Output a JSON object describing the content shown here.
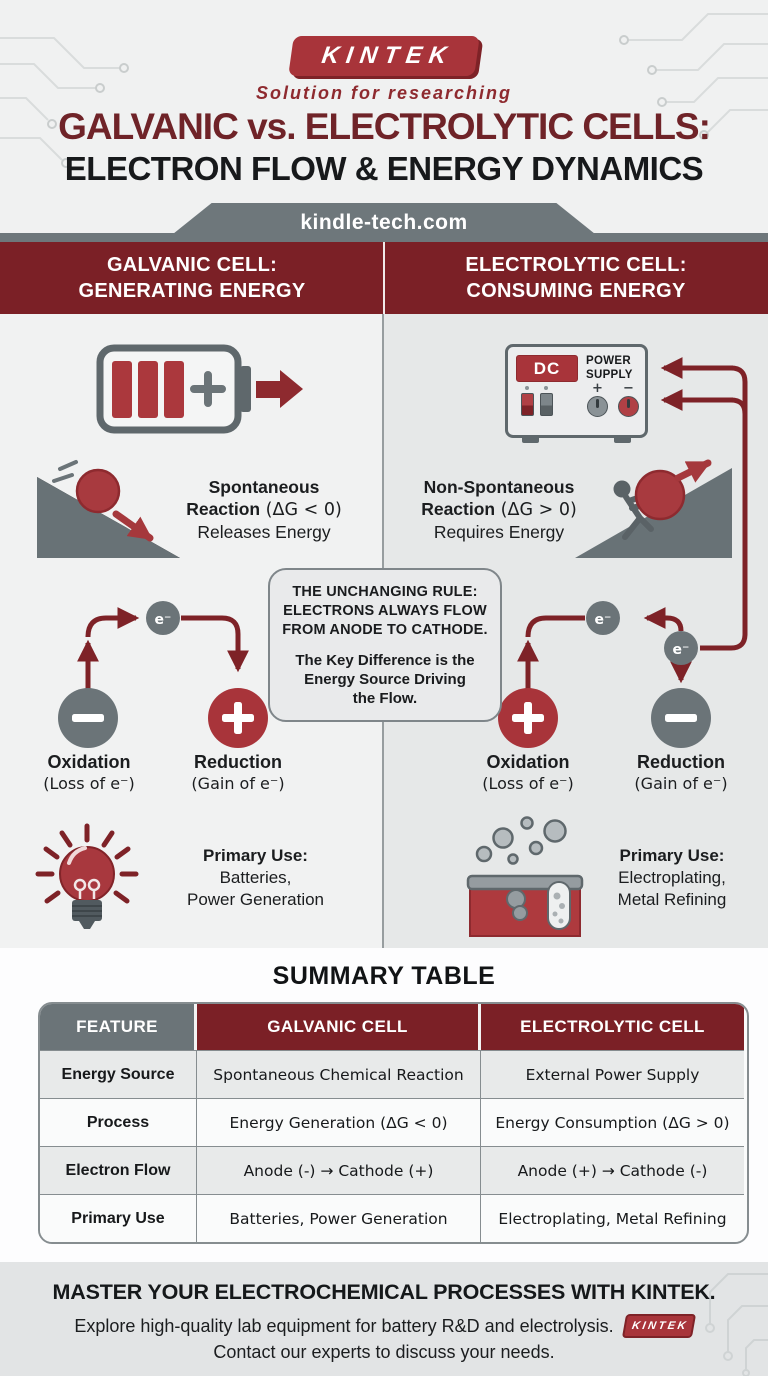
{
  "brand": {
    "logo": "KINTEK",
    "tagline": "Solution for researching"
  },
  "header": {
    "title_red": "GALVANIC vs. ELECTROLYTIC CELLS:",
    "title_black": "ELECTRON FLOW & ENERGY DYNAMICS",
    "site": "kindle-tech.com"
  },
  "galvanic": {
    "header1": "GALVANIC CELL:",
    "header2": "GENERATING ENERGY",
    "reaction": {
      "bold1": "Spontaneous",
      "bold2": "Reaction",
      "formula": " (ΔG < 0)",
      "line3": "Releases Energy"
    },
    "electron": "e⁻",
    "oxidation": {
      "title": "Oxidation",
      "sub": "(Loss of e⁻)"
    },
    "reduction": {
      "title": "Reduction",
      "sub": "(Gain of e⁻)"
    },
    "primary_use": {
      "title": "Primary Use:",
      "line1": "Batteries,",
      "line2": "Power Generation"
    }
  },
  "electrolytic": {
    "header1": "ELECTROLYTIC CELL:",
    "header2": "CONSUMING ENERGY",
    "supply": {
      "dc": "DC",
      "label1": "POWER",
      "label2": "SUPPLY",
      "plus": "+",
      "minus": "−"
    },
    "reaction": {
      "bold1": "Non-Spontaneous",
      "bold2": "Reaction",
      "formula": " (ΔG > 0)",
      "line3": "Requires Energy"
    },
    "electron": "e⁻",
    "oxidation": {
      "title": "Oxidation",
      "sub": "(Loss of e⁻)"
    },
    "reduction": {
      "title": "Reduction",
      "sub": "(Gain of e⁻)"
    },
    "primary_use": {
      "title": "Primary Use:",
      "line1": "Electroplating,",
      "line2": "Metal Refining"
    }
  },
  "rule_box": {
    "line1": "THE UNCHANGING RULE:",
    "line2": "ELECTRONS ALWAYS FLOW",
    "line3": "FROM ANODE TO CATHODE.",
    "line4": "The Key Difference is the",
    "line5": "Energy Source Driving",
    "line6": "the Flow."
  },
  "summary": {
    "title": "SUMMARY TABLE",
    "headers": [
      "FEATURE",
      "GALVANIC CELL",
      "ELECTROLYTIC CELL"
    ],
    "rows": [
      {
        "feature": "Energy Source",
        "galvanic": "Spontaneous Chemical Reaction",
        "electrolytic": "External Power Supply"
      },
      {
        "feature": "Process",
        "galvanic": "Energy Generation (ΔG < 0)",
        "electrolytic": "Energy Consumption (ΔG > 0)"
      },
      {
        "feature": "Electron Flow",
        "galvanic": "Anode (-) → Cathode (+)",
        "electrolytic": "Anode (+) → Cathode (-)"
      },
      {
        "feature": "Primary Use",
        "galvanic": "Batteries, Power Generation",
        "electrolytic": "Electroplating, Metal Refining"
      }
    ]
  },
  "footer": {
    "headline": "MASTER YOUR ELECTROCHEMICAL PROCESSES WITH KINTEK.",
    "line1": "Explore high-quality lab equipment for battery R&D and electrolysis.",
    "line2": "Contact our experts to discuss your needs.",
    "logo": "KINTEK"
  },
  "colors": {
    "maroon_band": "#7b2026",
    "title_maroon": "#6f2328",
    "accent_red": "#a8373c",
    "wire_maroon": "#7e2227",
    "slate_gray": "#6b7478",
    "bg_left": "#f1f2f2",
    "bg_right": "#e6e8e8",
    "footer_bg": "#e2e4e5"
  }
}
